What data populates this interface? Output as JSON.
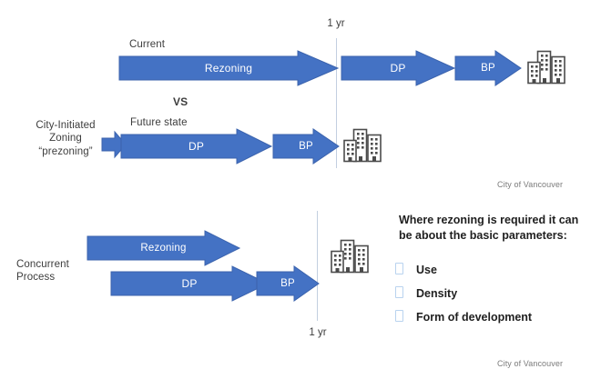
{
  "theme": {
    "arrow_fill": "#4472C4",
    "arrow_stroke": "#3b63ad",
    "timeline_line": "#c3cfe0",
    "text_dark": "#3d3d3d",
    "text_black": "#1f1f1f",
    "footer_gray": "#7b7b7b",
    "bullet_blue": "#b9d3ef",
    "background": "#ffffff"
  },
  "top_section": {
    "timeline_label": "1 yr",
    "vs_label": "VS",
    "current_row": {
      "caption": "Current",
      "arrows": [
        {
          "label": "Rezoning"
        },
        {
          "label": "DP"
        },
        {
          "label": "BP"
        }
      ],
      "end_icon": "buildings-icon"
    },
    "future_row": {
      "prefix_label": "City-Initiated\nZoning\n“prezoning”",
      "prefix_icon": "right-arrow-icon",
      "caption": "Future state",
      "arrows": [
        {
          "label": "DP"
        },
        {
          "label": "BP"
        }
      ],
      "end_icon": "buildings-icon"
    },
    "footer": "City of Vancouver"
  },
  "bottom_section": {
    "process_label": "Concurrent\nProcess",
    "timeline_label": "1 yr",
    "arrows_top_track": [
      {
        "label": "Rezoning"
      }
    ],
    "arrows_bottom_track": [
      {
        "label": "DP"
      },
      {
        "label": "BP"
      }
    ],
    "end_icon": "buildings-icon",
    "callout": {
      "heading": "Where rezoning is required it can be about the basic parameters:",
      "bullets": [
        {
          "label": "Use"
        },
        {
          "label": "Density"
        },
        {
          "label": "Form of development"
        }
      ]
    },
    "footer": "City of Vancouver"
  }
}
